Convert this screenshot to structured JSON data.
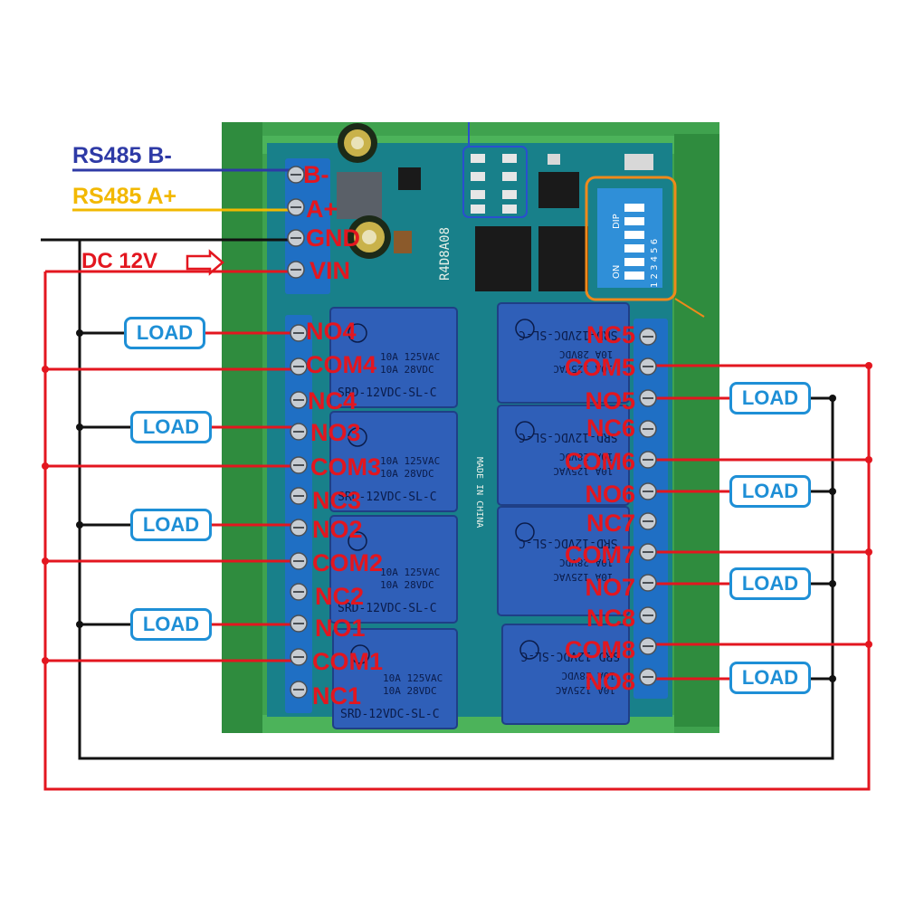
{
  "signals": {
    "rs485_b": "RS485 B-",
    "rs485_a": "RS485 A+",
    "dc_power": "DC 12V"
  },
  "power_terminals": [
    "B-",
    "A+",
    "GND",
    "VIN"
  ],
  "left_terminals": [
    "NO4",
    "COM4",
    "NC4",
    "NO3",
    "COM3",
    "NC3",
    "NO2",
    "COM2",
    "NC2",
    "NO1",
    "COM1",
    "NC1"
  ],
  "right_terminals": [
    "NC5",
    "COM5",
    "NO5",
    "NC6",
    "COM6",
    "NO6",
    "NC7",
    "COM7",
    "NO7",
    "NC8",
    "COM8",
    "NO8"
  ],
  "load_label": "LOAD",
  "board": {
    "model": "R4D8A08",
    "dip_label": "DIP",
    "dip_on": "ON",
    "dip_numbers": "1 2 3 4 5 6",
    "made_in": "MADE IN CHINA",
    "relay_model": "SRD-12VDC-SL-C",
    "relay_rating_1": "10A 125VAC",
    "relay_rating_2": "10A 28VDC"
  },
  "colors": {
    "pcb": "#18808a",
    "rail": "#3fa24e",
    "terminal_block": "#1f6fc4",
    "relay": "#2f5fb8",
    "wire_red": "#e3161f",
    "wire_black": "#111111",
    "load_border": "#1e8fd6"
  }
}
